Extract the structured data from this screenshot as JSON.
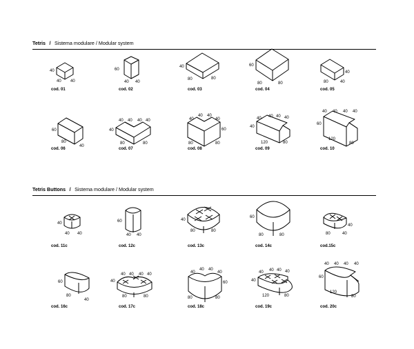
{
  "sections": [
    {
      "title": "Tetris",
      "subtitle": "Sistema modulare / Modular system",
      "items": [
        {
          "code": "cod. 01",
          "dims": [
            "40",
            "40",
            "40"
          ]
        },
        {
          "code": "cod. 02",
          "dims": [
            "60",
            "40",
            "40"
          ]
        },
        {
          "code": "cod. 03",
          "dims": [
            "40",
            "80",
            "80"
          ]
        },
        {
          "code": "cod. 04",
          "dims": [
            "60",
            "80",
            "80"
          ]
        },
        {
          "code": "cod. 05",
          "dims": [
            "40",
            "80",
            "40"
          ]
        },
        {
          "code": "cod. 06",
          "dims": [
            "60",
            "80",
            "40"
          ]
        },
        {
          "code": "cod. 07",
          "dims": [
            "40",
            "40",
            "40",
            "40",
            "40",
            "80",
            "80"
          ]
        },
        {
          "code": "cod. 08",
          "dims": [
            "40",
            "40",
            "40",
            "40",
            "60",
            "80",
            "80"
          ]
        },
        {
          "code": "cod. 09",
          "dims": [
            "40",
            "40",
            "40",
            "40",
            "40",
            "120",
            "80"
          ]
        },
        {
          "code": "cod. 10",
          "dims": [
            "40",
            "40",
            "40",
            "40",
            "60",
            "120",
            "80"
          ]
        }
      ]
    },
    {
      "title": "Tetris Buttons",
      "subtitle": "Sistema modulare / Modular system",
      "items": [
        {
          "code": "cod. 11c",
          "dims": [
            "40",
            "40",
            "40"
          ]
        },
        {
          "code": "cod. 12c",
          "dims": [
            "60",
            "40",
            "40"
          ]
        },
        {
          "code": "cod. 13c",
          "dims": [
            "40",
            "80",
            "80"
          ]
        },
        {
          "code": "cod. 14c",
          "dims": [
            "60",
            "80",
            "80"
          ]
        },
        {
          "code": "cod.15c",
          "dims": [
            "40",
            "80",
            "40"
          ]
        },
        {
          "code": "cod. 16c",
          "dims": [
            "60",
            "80",
            "40"
          ]
        },
        {
          "code": "cod. 17c",
          "dims": [
            "40",
            "40",
            "40",
            "40",
            "40",
            "80",
            "80"
          ]
        },
        {
          "code": "cod. 18c",
          "dims": [
            "40",
            "40",
            "40",
            "40",
            "60",
            "80",
            "80"
          ]
        },
        {
          "code": "cod. 19c",
          "dims": [
            "40",
            "40",
            "40",
            "40",
            "40",
            "120",
            "80"
          ]
        },
        {
          "code": "cod. 20c",
          "dims": [
            "40",
            "40",
            "40",
            "40",
            "60",
            "120",
            "80"
          ]
        }
      ]
    }
  ]
}
